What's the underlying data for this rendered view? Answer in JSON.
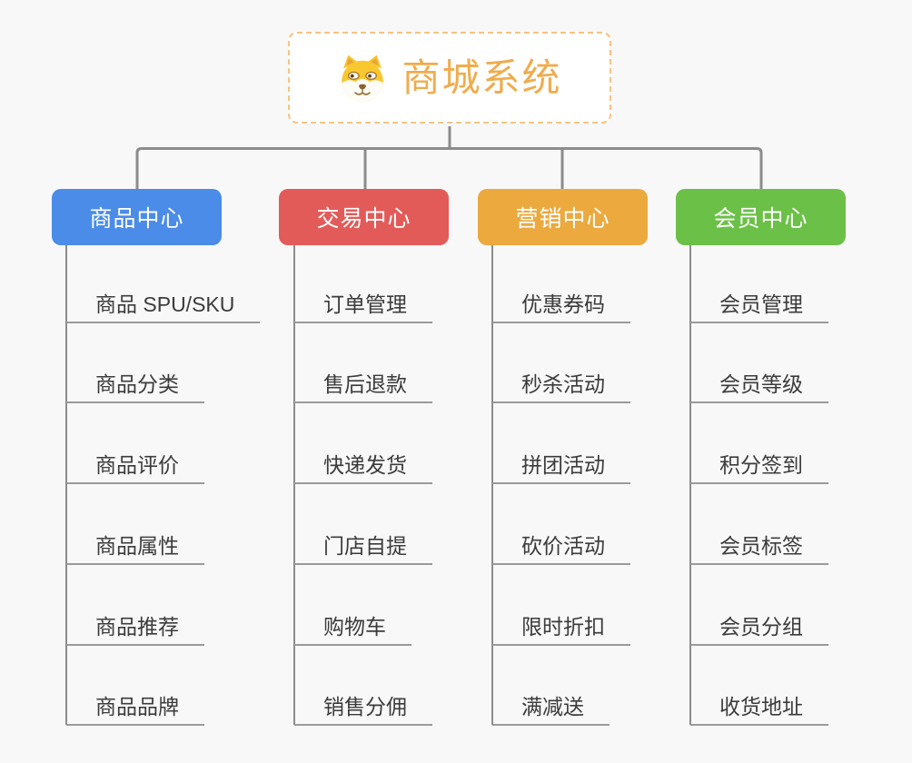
{
  "page": {
    "background": "#F8F8F8"
  },
  "root": {
    "title": "商城系统",
    "icon": "dog-icon"
  },
  "branches": [
    {
      "label": "商品中心",
      "color": "#4A8CE8",
      "items": [
        "商品 SPU/SKU",
        "商品分类",
        "商品评价",
        "商品属性",
        "商品推荐",
        "商品品牌"
      ]
    },
    {
      "label": "交易中心",
      "color": "#E25B59",
      "items": [
        "订单管理",
        "售后退款",
        "快递发货",
        "门店自提",
        "购物车",
        "销售分佣"
      ]
    },
    {
      "label": "营销中心",
      "color": "#EBA93E",
      "items": [
        "优惠券码",
        "秒杀活动",
        "拼团活动",
        "砍价活动",
        "限时折扣",
        "满减送"
      ]
    },
    {
      "label": "会员中心",
      "color": "#6BC047",
      "items": [
        "会员管理",
        "会员等级",
        "积分签到",
        "会员标签",
        "会员分组",
        "收货地址"
      ]
    }
  ],
  "colors": {
    "connector": "#8C8C8C",
    "underline": "#9A9A9A",
    "root_accent": "#F0AC4C",
    "root_border": "#F5C481",
    "leaf_text": "#3B3B3B",
    "header_text": "#FFFFFF"
  }
}
